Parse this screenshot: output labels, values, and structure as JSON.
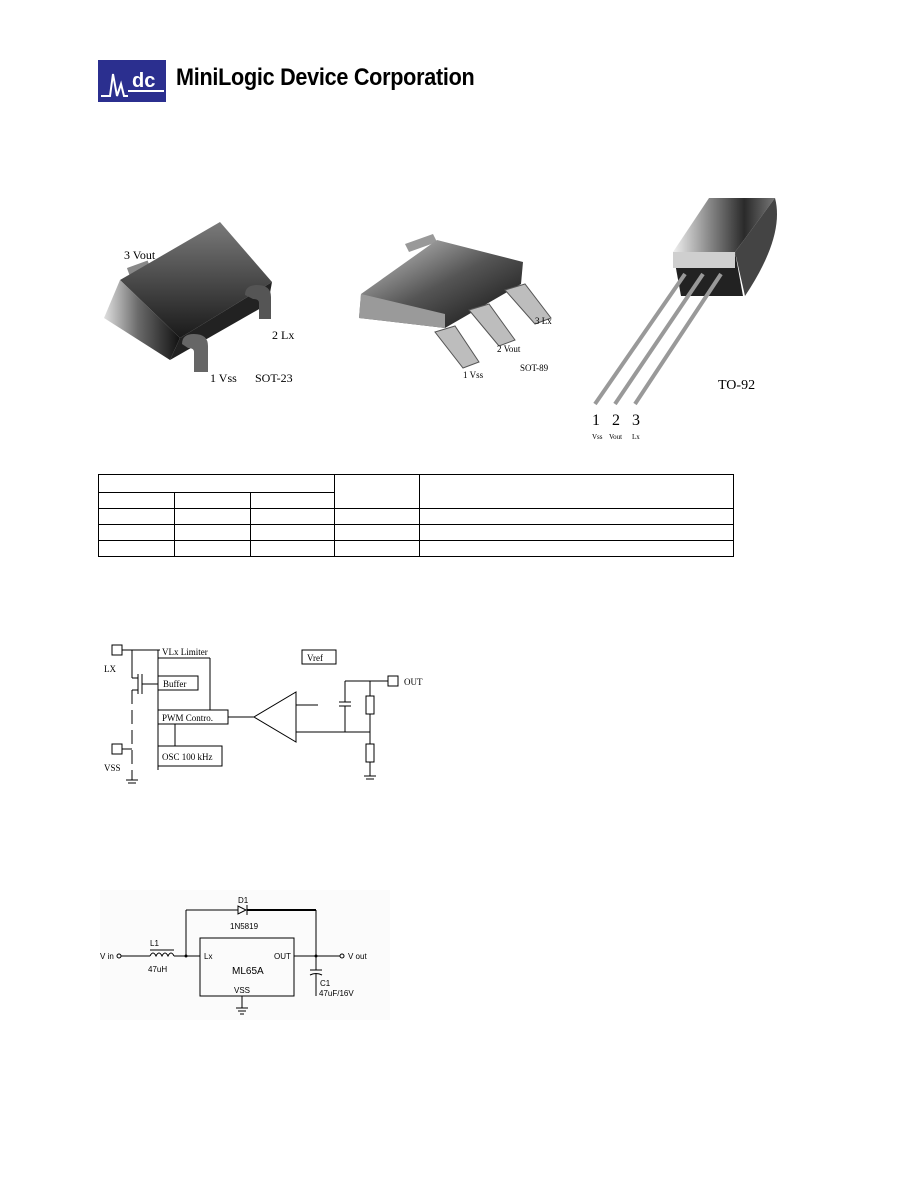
{
  "header": {
    "company_name": "MiniLogic Device Corporation",
    "logo_text": "dc"
  },
  "packages": {
    "sot23": {
      "pin3": "3 Vout",
      "pin2": "2 Lx",
      "pin1": "1 Vss",
      "name": "SOT-23"
    },
    "sot89": {
      "pin3": "3 Lx",
      "pin2": "2 Vout",
      "pin1": "1 Vss",
      "name": "SOT-89"
    },
    "to92": {
      "name": "TO-92",
      "num1": "1",
      "num2": "2",
      "num3": "3",
      "sub1": "Vss",
      "sub2": "Vout",
      "sub3": "Lx"
    }
  },
  "block_diagram": {
    "lx": "LX",
    "vss": "VSS",
    "vlx_limiter": "VLx Limiter",
    "buffer": "Buffer",
    "pwm": "PWM Contro.",
    "osc": "OSC 100 kHz",
    "vref": "Vref",
    "out": "OUT"
  },
  "app_circuit": {
    "vin": "V in",
    "l1": "L1",
    "l1_val": "47uH",
    "d1": "D1",
    "d1_val": "1N5819",
    "chip": "ML65A",
    "lx": "Lx",
    "out_pin": "OUT",
    "vss": "VSS",
    "vout": "V out",
    "c1": "C1",
    "c1_val": "47uF/16V"
  }
}
